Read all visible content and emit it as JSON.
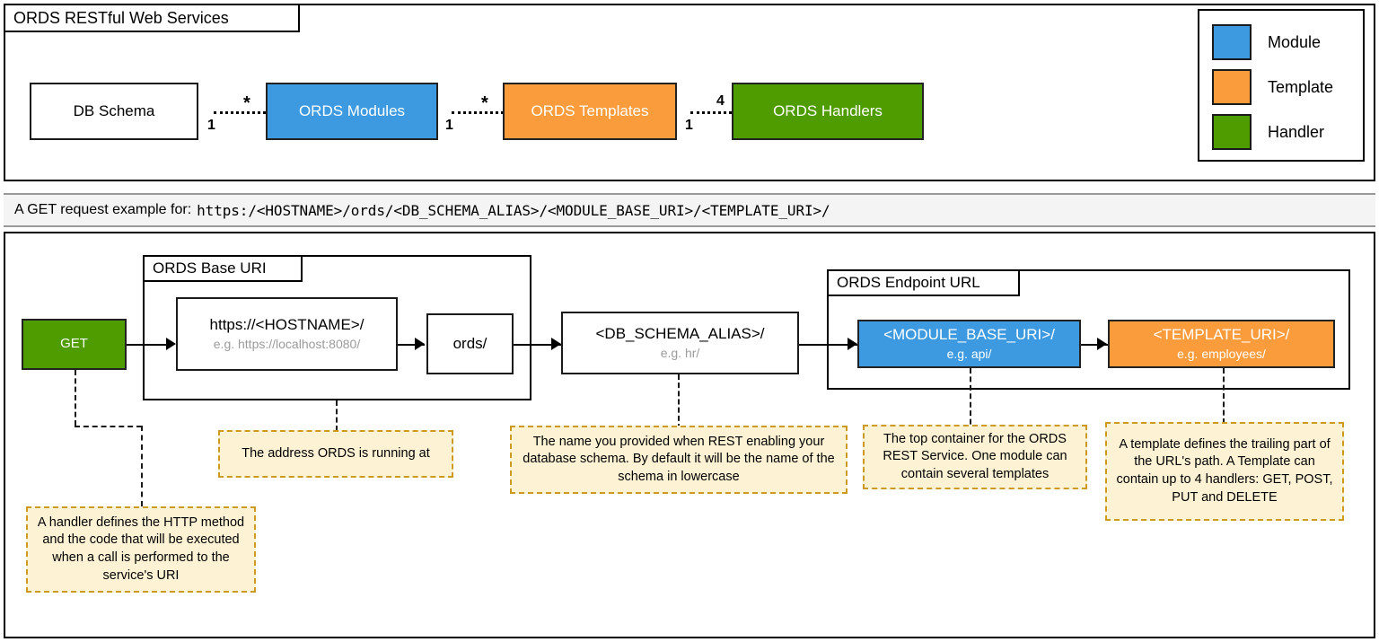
{
  "diagram": {
    "title": "ORDS RESTful Web Services",
    "entities": [
      {
        "label": "DB Schema",
        "type": "plain"
      },
      {
        "label": "ORDS Modules",
        "type": "module"
      },
      {
        "label": "ORDS Templates",
        "type": "template"
      },
      {
        "label": "ORDS Handlers",
        "type": "handler"
      }
    ],
    "relations": [
      {
        "from": "DB Schema",
        "to": "ORDS Modules",
        "from_mult": "1",
        "to_mult": "*"
      },
      {
        "from": "ORDS Modules",
        "to": "ORDS Templates",
        "from_mult": "1",
        "to_mult": "*"
      },
      {
        "from": "ORDS Templates",
        "to": "ORDS Handlers",
        "from_mult": "1",
        "to_mult": "4"
      }
    ],
    "legend": {
      "items": [
        {
          "label": "Module",
          "color": "#3d9ae0"
        },
        {
          "label": "Template",
          "color": "#fa9c3c"
        },
        {
          "label": "Handler",
          "color": "#4f9c00"
        }
      ]
    }
  },
  "band": {
    "prefix": "A GET request example for:",
    "url": "https:/<HOSTNAME>/ords/<DB_SCHEMA_ALIAS>/<MODULE_BASE_URI>/<TEMPLATE_URI>/"
  },
  "flow": {
    "groups": [
      {
        "name": "base-uri",
        "label": "ORDS Base URI"
      },
      {
        "name": "endpoint-url",
        "label": "ORDS Endpoint URL"
      }
    ],
    "steps": [
      {
        "name": "method",
        "label": "GET",
        "example": "",
        "style": "handler"
      },
      {
        "name": "hostname",
        "label": "https://<HOSTNAME>/",
        "example": "e.g. https://localhost:8080/",
        "style": "plain"
      },
      {
        "name": "ords",
        "label": "ords/",
        "example": "",
        "style": "plain"
      },
      {
        "name": "schema-alias",
        "label": "<DB_SCHEMA_ALIAS>/",
        "example": "e.g. hr/",
        "style": "plain"
      },
      {
        "name": "module-base",
        "label": "<MODULE_BASE_URI>/",
        "example": "e.g. api/",
        "style": "module"
      },
      {
        "name": "template-uri",
        "label": "<TEMPLATE_URI>/",
        "example": "e.g. employees/",
        "style": "template"
      }
    ]
  },
  "callouts": [
    {
      "name": "handler-note",
      "text": "A handler defines the HTTP method and the code that will be executed when a call is performed to the service's URI"
    },
    {
      "name": "address-note",
      "text": "The address ORDS is running at"
    },
    {
      "name": "schema-alias-note",
      "text": "The name you provided when REST enabling your database schema. By default it will be the name of the schema in lowercase"
    },
    {
      "name": "module-note",
      "text": "The top container for the ORDS REST Service. One module can contain several templates"
    },
    {
      "name": "template-note",
      "text": "A template defines the trailing part of the URL's path. A Template can contain up to 4 handlers: GET,  POST, PUT and DELETE"
    }
  ],
  "colors": {
    "module": "#3d9ae0",
    "template": "#fa9c3c",
    "handler": "#4f9c00",
    "callout_bg": "#fdf3d4",
    "callout_border": "#cc9a1e",
    "band_bg": "#f4f4f4"
  }
}
